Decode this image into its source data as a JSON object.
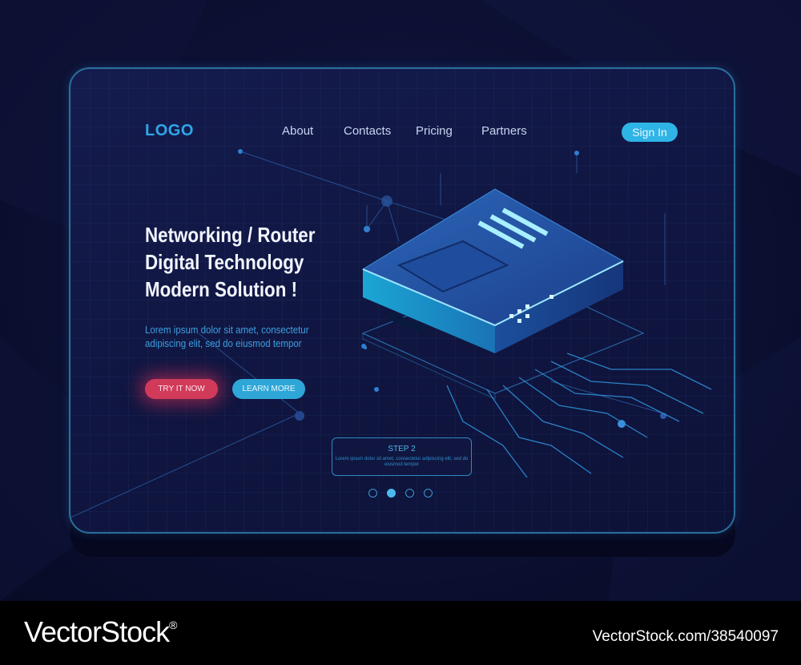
{
  "nav": {
    "logo": "LOGO",
    "items": [
      {
        "label": "About"
      },
      {
        "label": "Contacts"
      },
      {
        "label": "Pricing"
      },
      {
        "label": "Partners"
      }
    ],
    "signin_label": "Sign In"
  },
  "hero": {
    "headline_lines": [
      "Networking / Router",
      "Digital Technology",
      "Modern Solution !"
    ],
    "paragraph_lines": [
      "Lorem ipsum dolor sit amet, consectetur",
      "adipiscing elit, sed do eiusmod tempor"
    ],
    "try_label": "TRY IT NOW",
    "learn_label": "LEARN MORE"
  },
  "step": {
    "title": "STEP 2",
    "desc_lines": [
      "Lorem ipsum dolor sit amet, consectetur adipiscing elit, sed do",
      "eiusmod tempor"
    ]
  },
  "pager": {
    "count": 4,
    "active_index": 1
  },
  "footer": {
    "brand": "VectorStock",
    "registered": "®",
    "image_id": "VectorStock.com/38540097"
  },
  "colors": {
    "accent": "#2fa6e8",
    "primary_button": "#d23a5a",
    "secondary_button": "#2fa6d8",
    "background": "#0c1033"
  },
  "icons": [
    "router-icon",
    "circuit-lines-icon"
  ]
}
